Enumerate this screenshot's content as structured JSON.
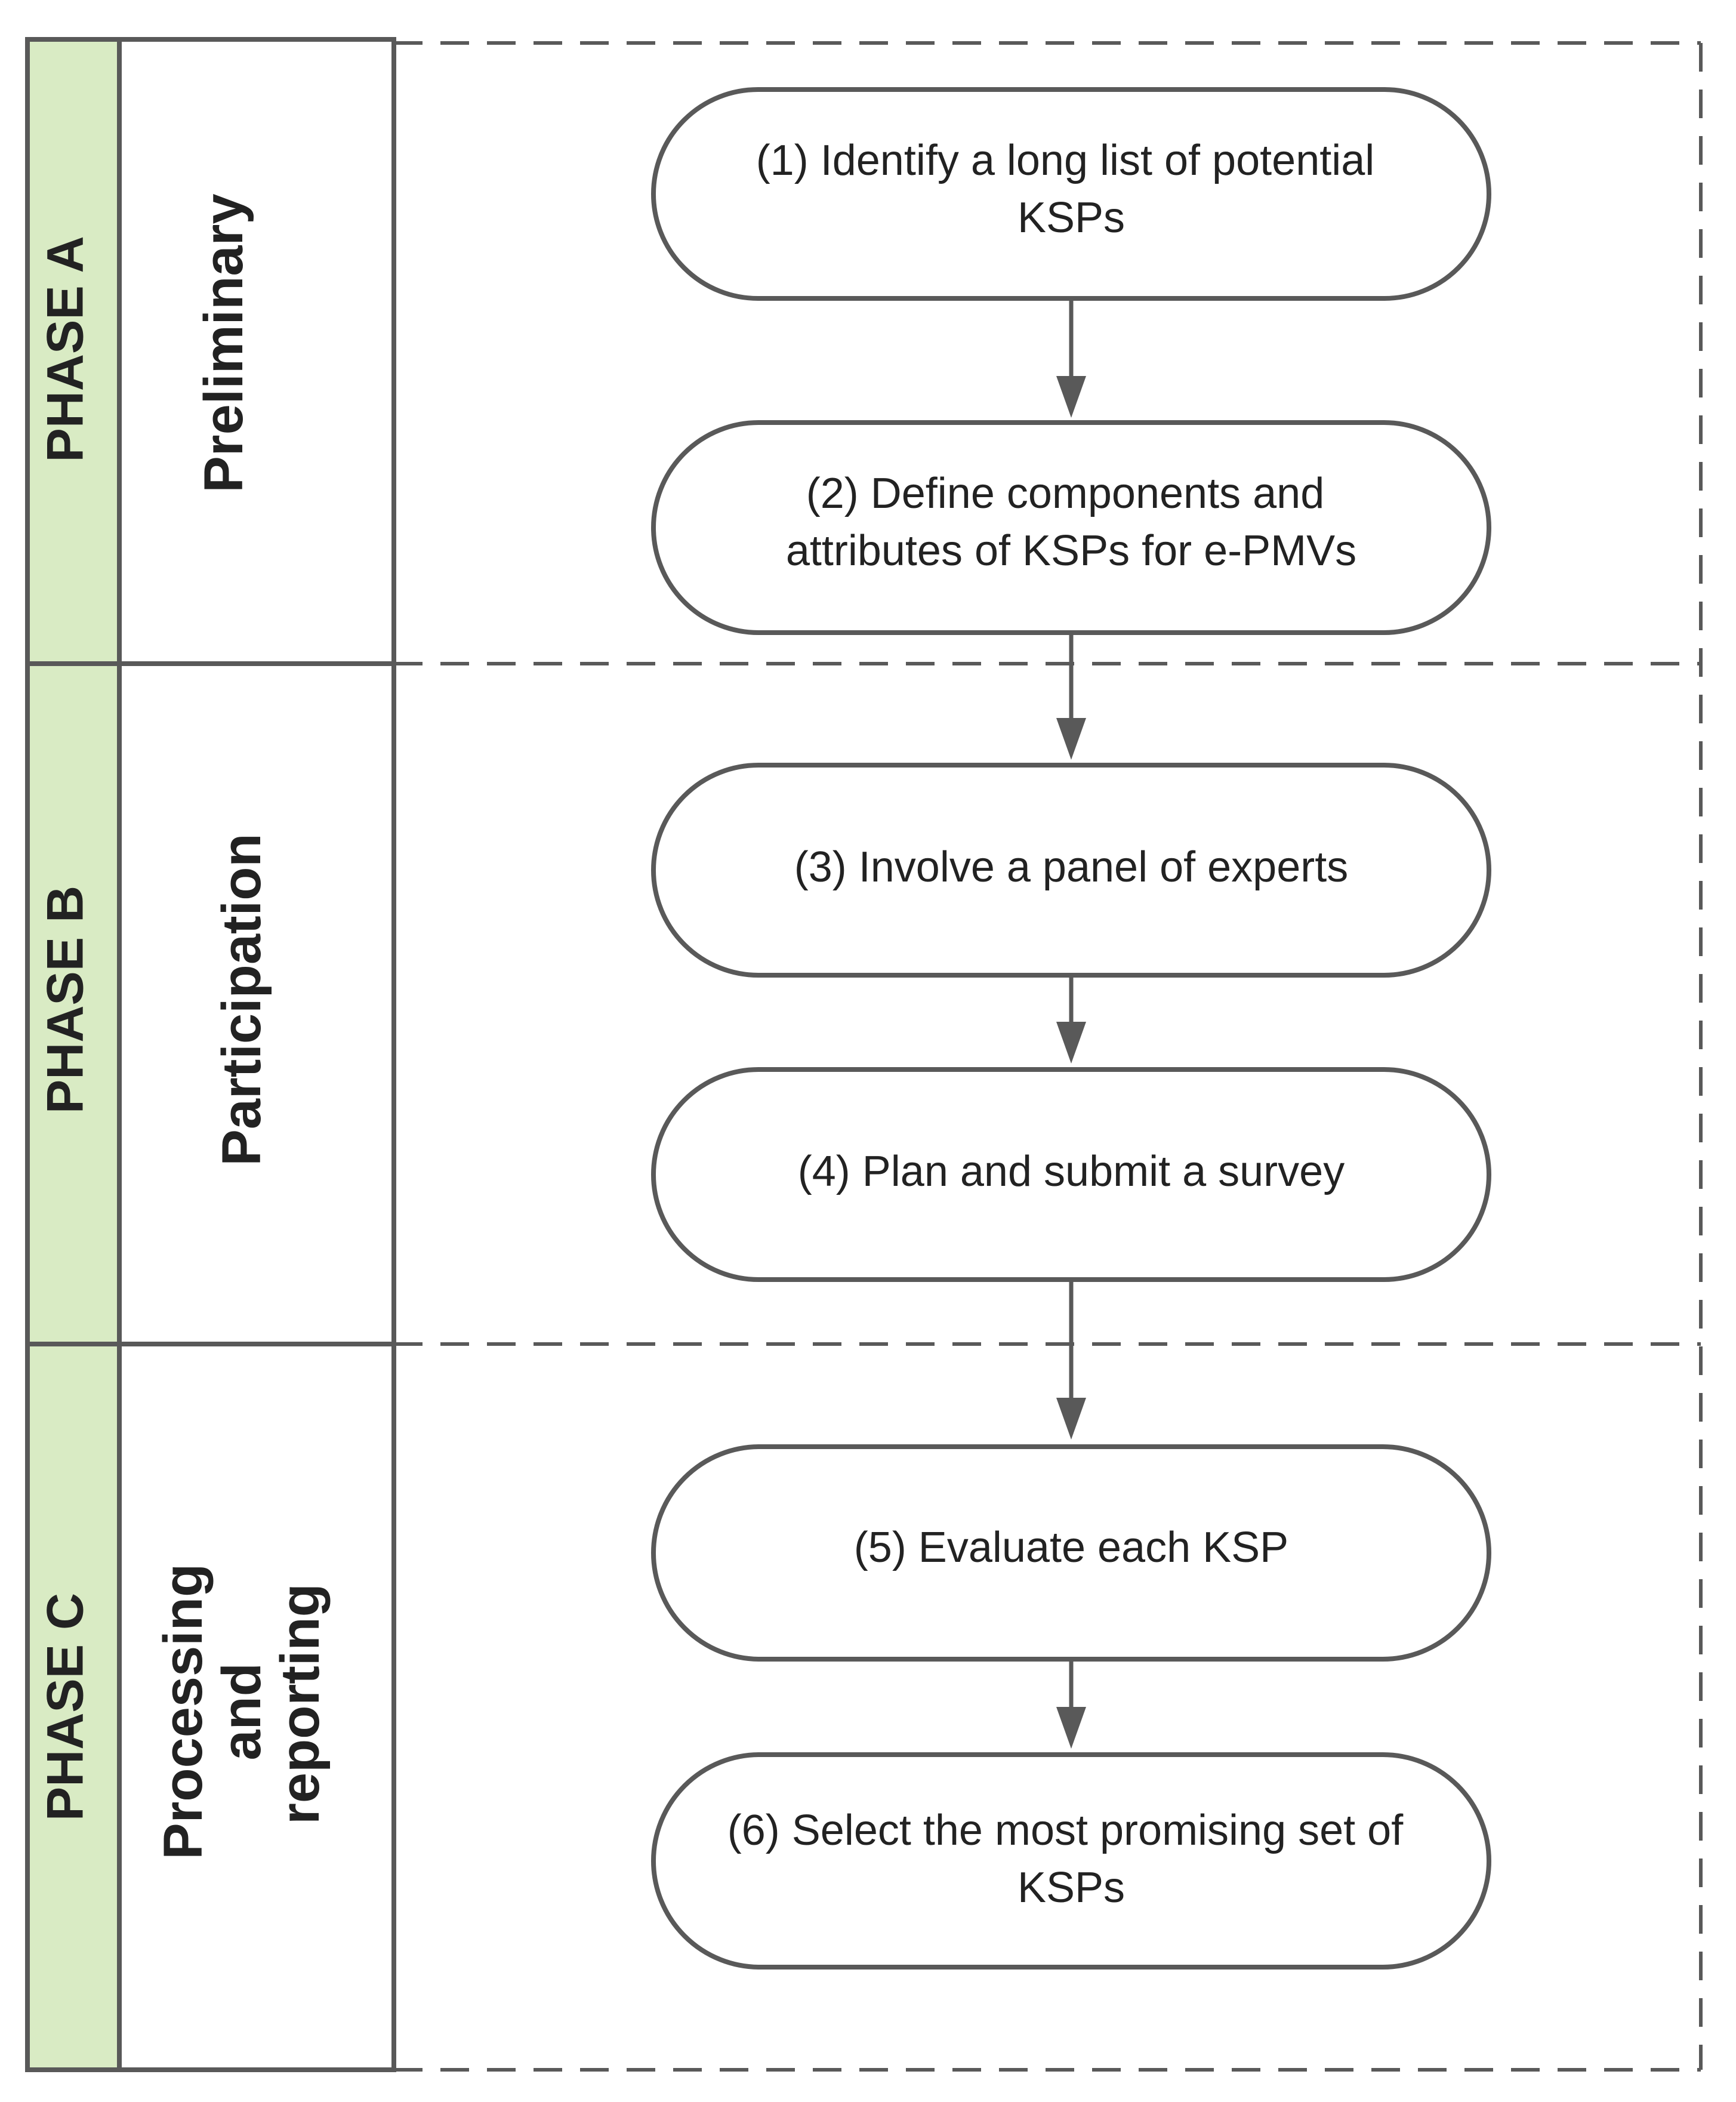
{
  "colors": {
    "phase_fill": "#d9ebc4",
    "stroke": "#595959",
    "text": "#222222",
    "background": "#ffffff"
  },
  "phases": [
    {
      "id": "a",
      "label": "PHASE A",
      "title_lines": [
        "Preliminary"
      ]
    },
    {
      "id": "b",
      "label": "PHASE B",
      "title_lines": [
        "Participation"
      ]
    },
    {
      "id": "c",
      "label": "PHASE C",
      "title_lines": [
        "Processing",
        "and",
        "reporting"
      ]
    }
  ],
  "steps": [
    {
      "id": "1",
      "lines": [
        "(1) Identify a long list of potential",
        "KSPs"
      ]
    },
    {
      "id": "2",
      "lines": [
        "(2) Define components and",
        "attributes of KSPs for e-PMVs"
      ]
    },
    {
      "id": "3",
      "lines": [
        "(3) Involve a panel of experts"
      ]
    },
    {
      "id": "4",
      "lines": [
        "(4) Plan and submit a survey"
      ]
    },
    {
      "id": "5",
      "lines": [
        "(5) Evaluate each KSP"
      ]
    },
    {
      "id": "6",
      "lines": [
        "(6) Select the most promising set of",
        "KSPs"
      ]
    }
  ],
  "edges": [
    {
      "from": "1",
      "to": "2"
    },
    {
      "from": "2",
      "to": "3"
    },
    {
      "from": "3",
      "to": "4"
    },
    {
      "from": "4",
      "to": "5"
    },
    {
      "from": "5",
      "to": "6"
    }
  ]
}
